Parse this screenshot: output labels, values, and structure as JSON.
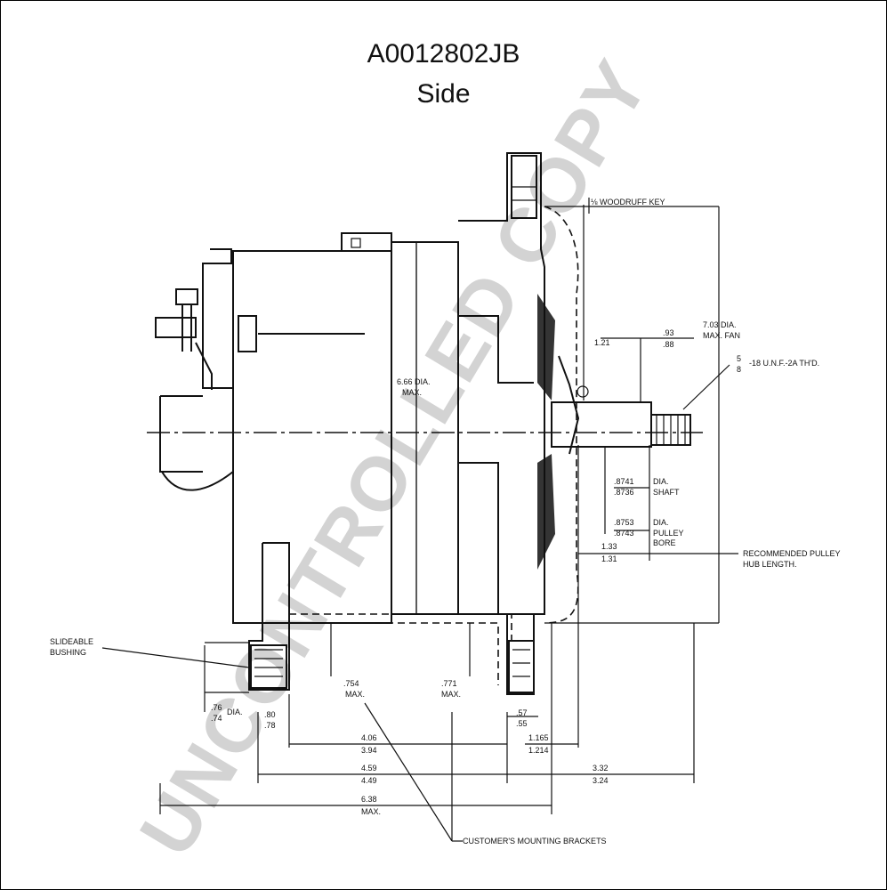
{
  "header": {
    "part_number": "A0012802JB",
    "view": "Side"
  },
  "watermark": "UNCONTROLLED COPY",
  "labels": {
    "woodruff": "⅛ WOODRUFF KEY",
    "fan_dia": "7.03 DIA.",
    "fan_max": "MAX. FAN",
    "thread_num": "5",
    "thread_den": "8",
    "thread": "-18 U.N.F.-2A TH'D.",
    "body_dia": "6.66 DIA.",
    "body_max": "MAX.",
    "d_121": "1.21",
    "d_93": ".93",
    "d_88": ".88",
    "shaft_a": ".8741",
    "shaft_b": ".8736",
    "shaft_dia": "DIA.",
    "shaft_word": "SHAFT",
    "bore_a": ".8753",
    "bore_b": ".8743",
    "bore_dia": "DIA.",
    "bore_pulley": "PULLEY",
    "bore_word": "BORE",
    "hub_a": "1.33",
    "hub_b": "1.31",
    "hub_label_1": "RECOMMENDED PULLEY",
    "hub_label_2": "HUB LENGTH.",
    "slide_1": "SLIDEABLE",
    "slide_2": "BUSHING",
    "d_754": ".754",
    "d_754_max": "MAX.",
    "d_771": ".771",
    "d_771_max": "MAX.",
    "d_76": ".76",
    "d_74": ".74",
    "d_76_dia": "DIA.",
    "d_80": ".80",
    "d_78": ".78",
    "d_57": ".57",
    "d_55": ".55",
    "d_406": "4.06",
    "d_394": "3.94",
    "d_1165": "1.165",
    "d_1214": "1.214",
    "d_459": "4.59",
    "d_449": "4.49",
    "d_332": "3.32",
    "d_324": "3.24",
    "d_638": "6.38",
    "d_638_max": "MAX.",
    "brackets": "CUSTOMER'S MOUNTING BRACKETS"
  }
}
